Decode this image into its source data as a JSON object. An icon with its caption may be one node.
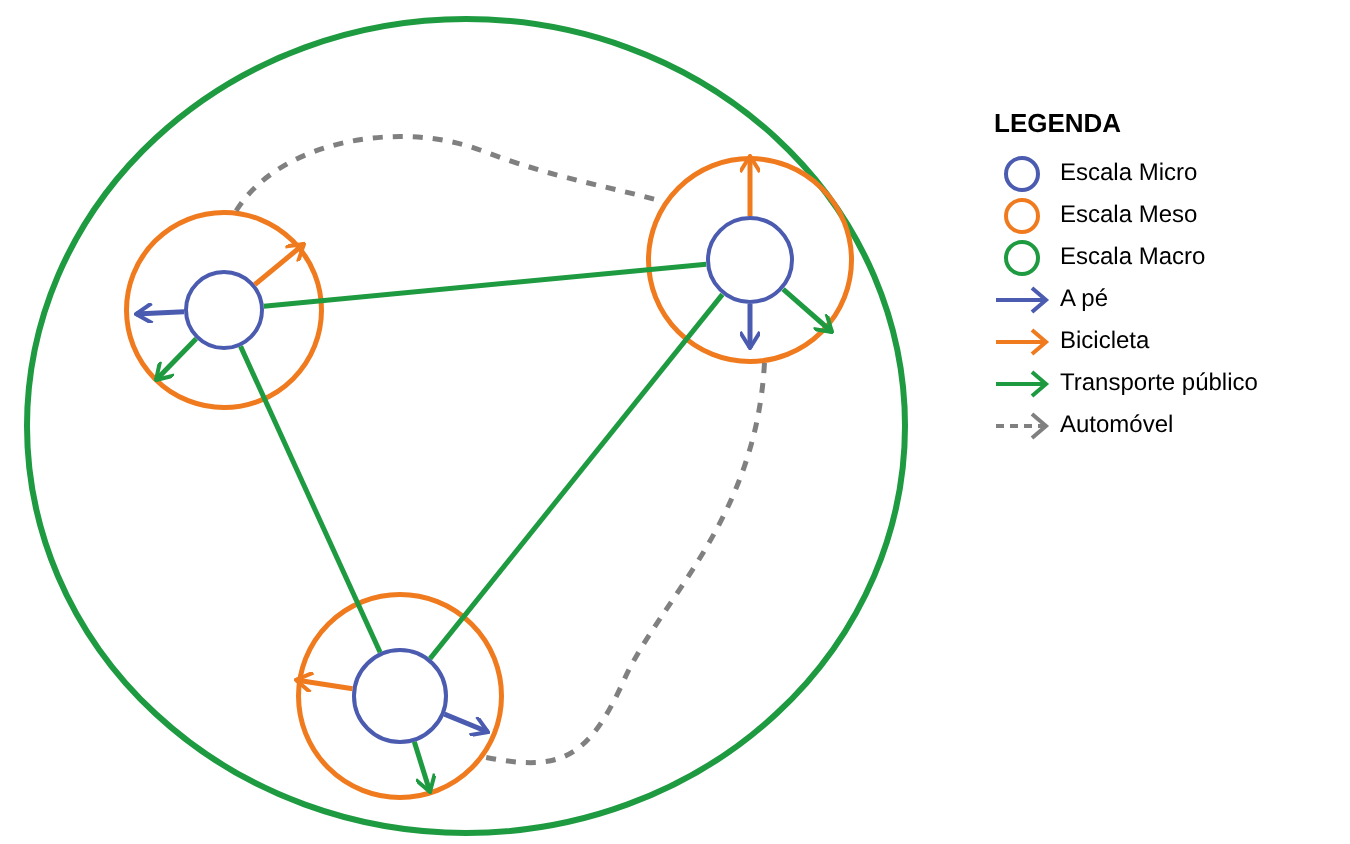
{
  "diagram": {
    "nodes": [
      {
        "text": [],
        "shape": "circle"
      },
      {
        "text": [],
        "shape": "circle",
        "in": 0
      },
      {
        "text": [],
        "shape": "circle",
        "in": 0
      },
      {
        "text": [],
        "shape": "circle",
        "in": 0
      },
      {
        "text": [],
        "shape": "circle",
        "in": 1
      },
      {
        "text": [],
        "shape": "circle",
        "in": 2
      },
      {
        "text": [],
        "shape": "circle",
        "in": 3
      }
    ],
    "edges": [
      {
        "from": 4,
        "to": 5,
        "arrow": "none"
      },
      {
        "from": 5,
        "to": 6,
        "arrow": "none"
      },
      {
        "from": 4,
        "to": 6,
        "arrow": "none"
      },
      {
        "from": 4,
        "to": null,
        "arrow": "to",
        "color": "#4a5bb0"
      },
      {
        "from": 4,
        "to": null,
        "arrow": "to",
        "color": "#f07a1e"
      },
      {
        "from": 4,
        "to": null,
        "arrow": "to"
      },
      {
        "from": 5,
        "to": null,
        "arrow": "to",
        "color": "#f07a1e"
      },
      {
        "from": 5,
        "to": null,
        "arrow": "to",
        "color": "#4a5bb0"
      },
      {
        "from": 5,
        "to": null,
        "arrow": "to"
      },
      {
        "from": 6,
        "to": null,
        "arrow": "to",
        "color": "#f07a1e"
      },
      {
        "from": 6,
        "to": null,
        "arrow": "to",
        "color": "#4a5bb0"
      },
      {
        "from": 6,
        "to": null,
        "arrow": "to"
      },
      {
        "from": 1,
        "to": 2,
        "arrow": "none",
        "style": "dashed",
        "color": "#808080"
      },
      {
        "from": 2,
        "to": 3,
        "arrow": "none",
        "style": "dashed",
        "color": "#808080"
      }
    ],
    "labels": [
      "LEGENDA"
    ],
    "legend": [
      {
        "text": "Escala Micro"
      },
      {
        "text": "Escala Meso"
      },
      {
        "text": "Escala Macro"
      },
      {
        "text": "A pé"
      },
      {
        "text": "Bicicleta"
      },
      {
        "text": "Transporte público"
      },
      {
        "text": "Automóvel"
      }
    ]
  }
}
